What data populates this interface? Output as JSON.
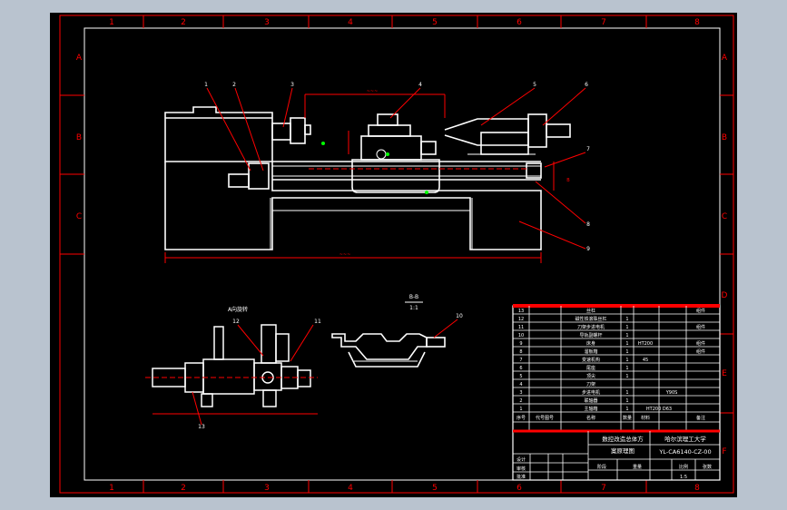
{
  "window": {
    "background": "#b9c3cf",
    "canvas_color": "#000000",
    "frame_color": "#ff0000",
    "line_color": "#ffffff"
  },
  "ruler": {
    "columns": [
      "1",
      "2",
      "3",
      "4",
      "5",
      "6",
      "7",
      "8"
    ],
    "rows_left": [
      "A",
      "B",
      "C"
    ],
    "rows_right": [
      "A",
      "B",
      "C",
      "D",
      "E",
      "F"
    ]
  },
  "callouts": {
    "c1": "1",
    "c2": "2",
    "c3": "3",
    "c4": "4",
    "c5": "5",
    "c6": "6",
    "c7": "7",
    "c8": "8",
    "c9": "9",
    "c10": "10",
    "c11": "11",
    "c12": "12",
    "c13": "13"
  },
  "views": {
    "detail_a_label": "A向旋转",
    "section_label": "B-B",
    "section_scale": "1:1",
    "dim_top": "~~~",
    "dim_bottom": "~~~",
    "dim_b": "B"
  },
  "bom": {
    "rows": [
      {
        "no": "13",
        "name": "丝杠",
        "qty": "",
        "note": "",
        "remark": "组件"
      },
      {
        "no": "12",
        "name": "磁性铁滚珠丝杠",
        "qty": "1",
        "note": "",
        "remark": ""
      },
      {
        "no": "11",
        "name": "刀架步进电机",
        "qty": "1",
        "note": "",
        "remark": "组件"
      },
      {
        "no": "10",
        "name": "导轨副螺杆",
        "qty": "1",
        "note": "",
        "remark": ""
      },
      {
        "no": "9",
        "name": "床身",
        "qty": "1",
        "note": "HT200",
        "remark": "组件"
      },
      {
        "no": "8",
        "name": "溜板箱",
        "qty": "1",
        "note": "",
        "remark": "组件"
      },
      {
        "no": "7",
        "name": "变速机构",
        "qty": "1",
        "note": "45",
        "remark": ""
      },
      {
        "no": "6",
        "name": "尾座",
        "qty": "1",
        "note": "",
        "remark": ""
      },
      {
        "no": "5",
        "name": "顶尖",
        "qty": "1",
        "note": "",
        "remark": ""
      },
      {
        "no": "4",
        "name": "刀架",
        "qty": "",
        "note": "",
        "remark": ""
      },
      {
        "no": "3",
        "name": "步进电机",
        "qty": "1",
        "note": "Y90S",
        "remark": ""
      },
      {
        "no": "2",
        "name": "联轴器",
        "qty": "1",
        "note": "",
        "remark": ""
      },
      {
        "no": "1",
        "name": "主轴箱",
        "qty": "1",
        "note": "HT200 D63",
        "remark": ""
      }
    ],
    "header": {
      "no": "序号",
      "code": "代号图号",
      "name": "名称",
      "qty": "数量",
      "material": "材料",
      "note": "备注"
    }
  },
  "title_block": {
    "university": "哈尔滨理工大学",
    "title_line1": "数控改造总体方",
    "title_line2": "案原理图",
    "drawing_no": "YL-CA6140-CZ-00",
    "scale": "1:5",
    "scale_label": "比例",
    "sheet_label": "张数",
    "weight_label": "重量",
    "stage_label": "阶段",
    "designer": "设计",
    "checker": "审核",
    "approver": "批准"
  }
}
